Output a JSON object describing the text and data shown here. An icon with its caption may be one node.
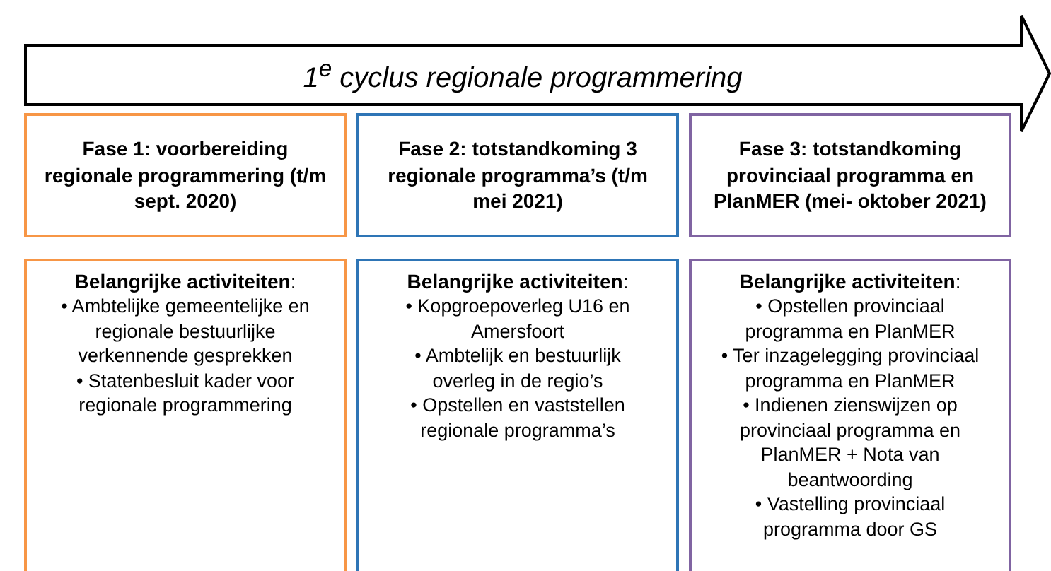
{
  "diagram": {
    "nodes": [
      {
        "text": [
          "1$^{e}$ cyclus regionale programmering"
        ]
      },
      {
        "text": [
          "Fase 1: voorbereiding regionale programmering (t/m sept. 2020)"
        ]
      },
      {
        "text": [
          "Fase 2: totstandkoming 3 regionale programma’s (t/m mei 2021)"
        ]
      },
      {
        "text": [
          "Fase 3: totstandkoming provinciaal programma en PlanMER (mei- oktober 2021)"
        ]
      },
      {
        "text": [
          "**Belangrijke activiteiten**:",
          "• Ambtelijke gemeentelijke en regionale bestuurlijke verkennende gesprekken",
          "• Statenbesluit kader voor regionale programmering"
        ]
      },
      {
        "text": [
          "**Belangrijke activiteiten**:",
          "• Kopgroepoverleg U16 en Amersfoort",
          "• Ambtelijk en bestuurlijk overleg in de regio’s",
          "• Opstellen en vaststellen regionale programma’s"
        ]
      },
      {
        "text": [
          "**Belangrijke activiteiten**:",
          "• Opstellen provinciaal programma en PlanMER",
          "• Ter inzagelegging provinciaal programma en PlanMER",
          "• Indienen zienswijzen op provinciaal programma en PlanMER + Nota van beantwoording",
          "• Vastelling provinciaal programma door GS"
        ]
      }
    ]
  }
}
